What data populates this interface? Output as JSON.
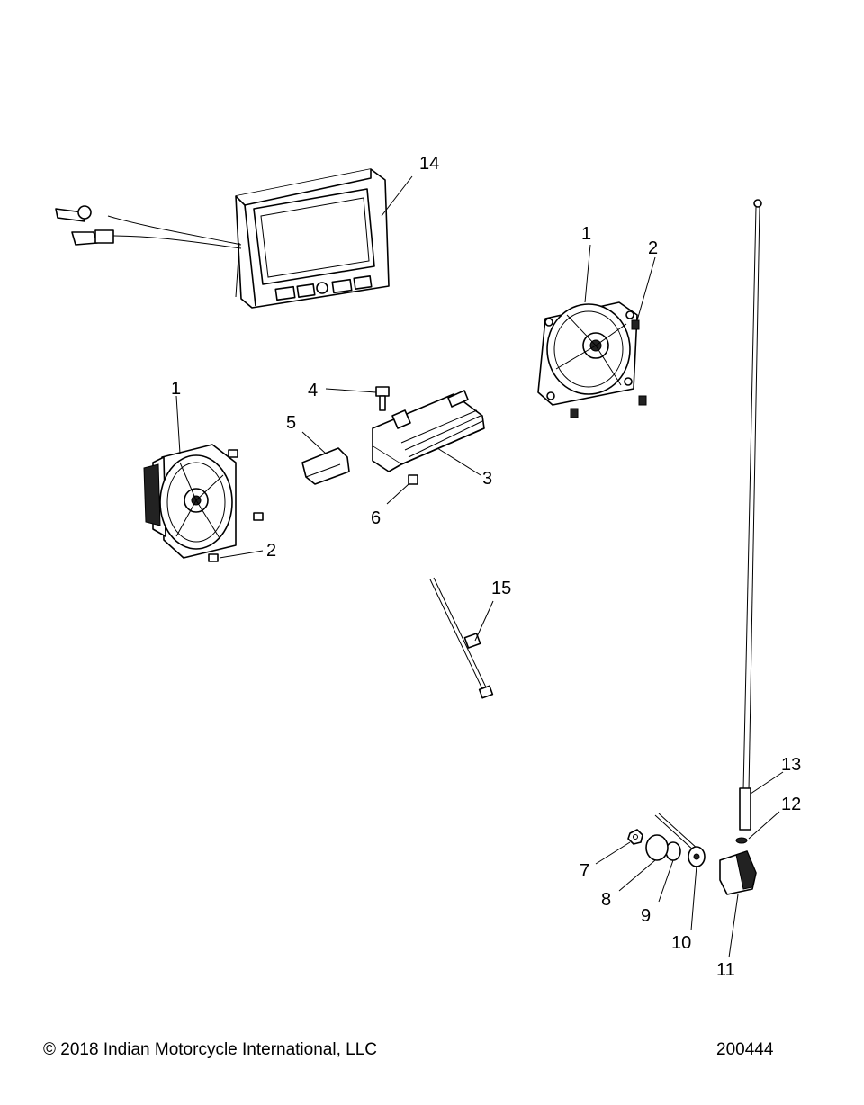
{
  "callouts": {
    "c1a": "1",
    "c1b": "1",
    "c2a": "2",
    "c2b": "2",
    "c3": "3",
    "c4": "4",
    "c5": "5",
    "c6": "6",
    "c7": "7",
    "c8": "8",
    "c9": "9",
    "c10": "10",
    "c11": "11",
    "c12": "12",
    "c13": "13",
    "c14": "14",
    "c15": "15"
  },
  "footer": {
    "copyright": "© 2018 Indian Motorcycle International, LLC",
    "drawing_number": "200444"
  }
}
